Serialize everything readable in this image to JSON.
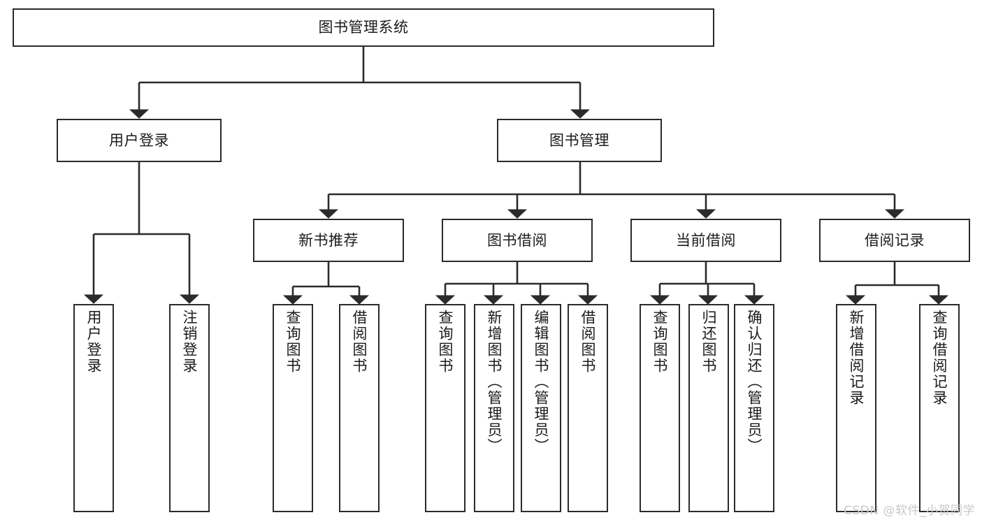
{
  "diagram": {
    "type": "tree-hierarchy-chart",
    "title": "图书管理系统",
    "line_color": "#2b2b2b",
    "box_fill": "#ffffff",
    "text_color": "#1b1b1b",
    "watermark": "CSDN @软件_小贺同学",
    "nodes": {
      "root": {
        "label": "图书管理系统"
      },
      "level2": [
        {
          "id": "user-login",
          "label": "用户登录"
        },
        {
          "id": "book-manage",
          "label": "图书管理"
        }
      ],
      "level3": [
        {
          "id": "new-book-recommend",
          "label": "新书推荐"
        },
        {
          "id": "book-borrow",
          "label": "图书借阅"
        },
        {
          "id": "current-borrow",
          "label": "当前借阅"
        },
        {
          "id": "borrow-record",
          "label": "借阅记录"
        }
      ],
      "leaves": {
        "user_login": [
          {
            "id": "leaf-user-login",
            "label": "用户登录"
          },
          {
            "id": "leaf-logout-login",
            "label": "注销登录"
          }
        ],
        "new_book_recommend": [
          {
            "id": "leaf-query-book-1",
            "label": "查询图书"
          },
          {
            "id": "leaf-borrow-book-1",
            "label": "借阅图书"
          }
        ],
        "book_borrow": [
          {
            "id": "leaf-query-book-2",
            "label": "查询图书"
          },
          {
            "id": "leaf-add-book",
            "label": "新增图书（管理员）"
          },
          {
            "id": "leaf-edit-book",
            "label": "编辑图书（管理员）"
          },
          {
            "id": "leaf-borrow-book-2",
            "label": "借阅图书"
          }
        ],
        "current_borrow": [
          {
            "id": "leaf-query-book-3",
            "label": "查询图书"
          },
          {
            "id": "leaf-return-book",
            "label": "归还图书"
          },
          {
            "id": "leaf-confirm-return",
            "label": "确认归还（管理员）"
          }
        ],
        "borrow_record": [
          {
            "id": "leaf-add-borrow-record",
            "label": "新增借阅记录"
          },
          {
            "id": "leaf-query-borrow-record",
            "label": "查询借阅记录"
          }
        ]
      }
    }
  }
}
